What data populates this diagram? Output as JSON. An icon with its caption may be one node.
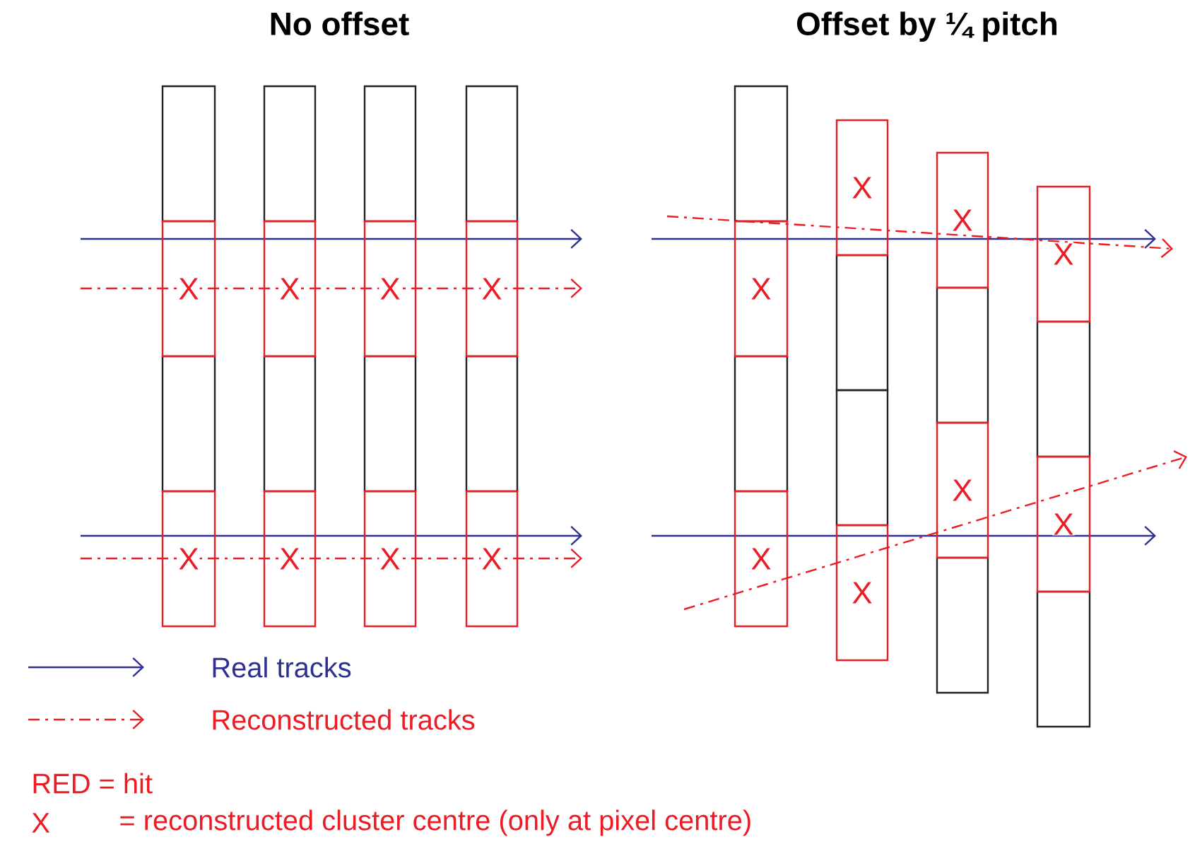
{
  "diagram": {
    "nodes": [
      {
        "text": [],
        "shape": "box"
      },
      {
        "text": [
          "X"
        ]
      },
      {
        "text": [],
        "shape": "box"
      },
      {
        "text": [
          "X"
        ]
      },
      {
        "text": [],
        "shape": "box"
      },
      {
        "text": [
          "X"
        ]
      },
      {
        "text": [],
        "shape": "box"
      },
      {
        "text": [
          "X"
        ]
      },
      {
        "text": [],
        "shape": "box"
      },
      {
        "text": [
          "X"
        ]
      },
      {
        "text": [],
        "shape": "box"
      },
      {
        "text": [
          "X"
        ]
      },
      {
        "text": [],
        "shape": "box"
      },
      {
        "text": [
          "X"
        ]
      },
      {
        "text": [],
        "shape": "box"
      },
      {
        "text": [
          "X"
        ]
      },
      {
        "text": [],
        "shape": "box"
      },
      {
        "text": [
          "X"
        ]
      },
      {
        "text": [],
        "shape": "box"
      },
      {
        "text": [
          "X"
        ]
      },
      {
        "text": [
          "X"
        ]
      },
      {
        "text": [],
        "shape": "box"
      },
      {
        "text": [],
        "shape": "box"
      },
      {
        "text": [
          "X"
        ]
      },
      {
        "text": [
          "X"
        ]
      },
      {
        "text": [],
        "shape": "box"
      },
      {
        "text": [
          "X"
        ]
      },
      {
        "text": [],
        "shape": "box"
      },
      {
        "text": [
          "X"
        ]
      },
      {
        "text": [],
        "shape": "box"
      },
      {
        "text": [
          "X"
        ]
      },
      {
        "text": [],
        "shape": "box"
      }
    ],
    "labels": [
      "No offset",
      "Offset by ¼ pitch",
      "RED = hit",
      "X",
      "= reconstructed cluster centre (only at pixel centre)"
    ],
    "legend": [
      {
        "text": "Real tracks"
      },
      {
        "text": "Reconstructed tracks"
      }
    ]
  }
}
